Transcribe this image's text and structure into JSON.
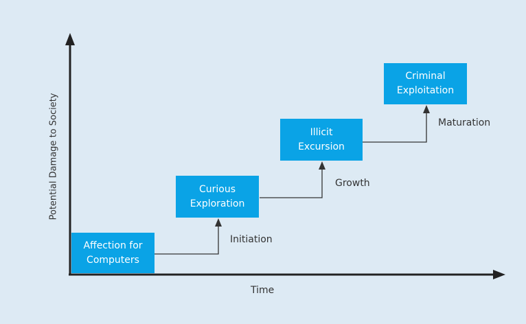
{
  "axes": {
    "x_label": "Time",
    "y_label": "Potential Damage to Society"
  },
  "stages": [
    {
      "line1": "Affection for",
      "line2": "Computers"
    },
    {
      "line1": "Curious",
      "line2": "Exploration"
    },
    {
      "line1": "Illicit",
      "line2": "Excursion"
    },
    {
      "line1": "Criminal",
      "line2": "Exploitation"
    }
  ],
  "transitions": [
    {
      "label": "Initiation"
    },
    {
      "label": "Growth"
    },
    {
      "label": "Maturation"
    }
  ],
  "colors": {
    "background": "#ddeaf4",
    "box": "#0aa3e6",
    "axis": "#222222",
    "connector": "#333333"
  }
}
